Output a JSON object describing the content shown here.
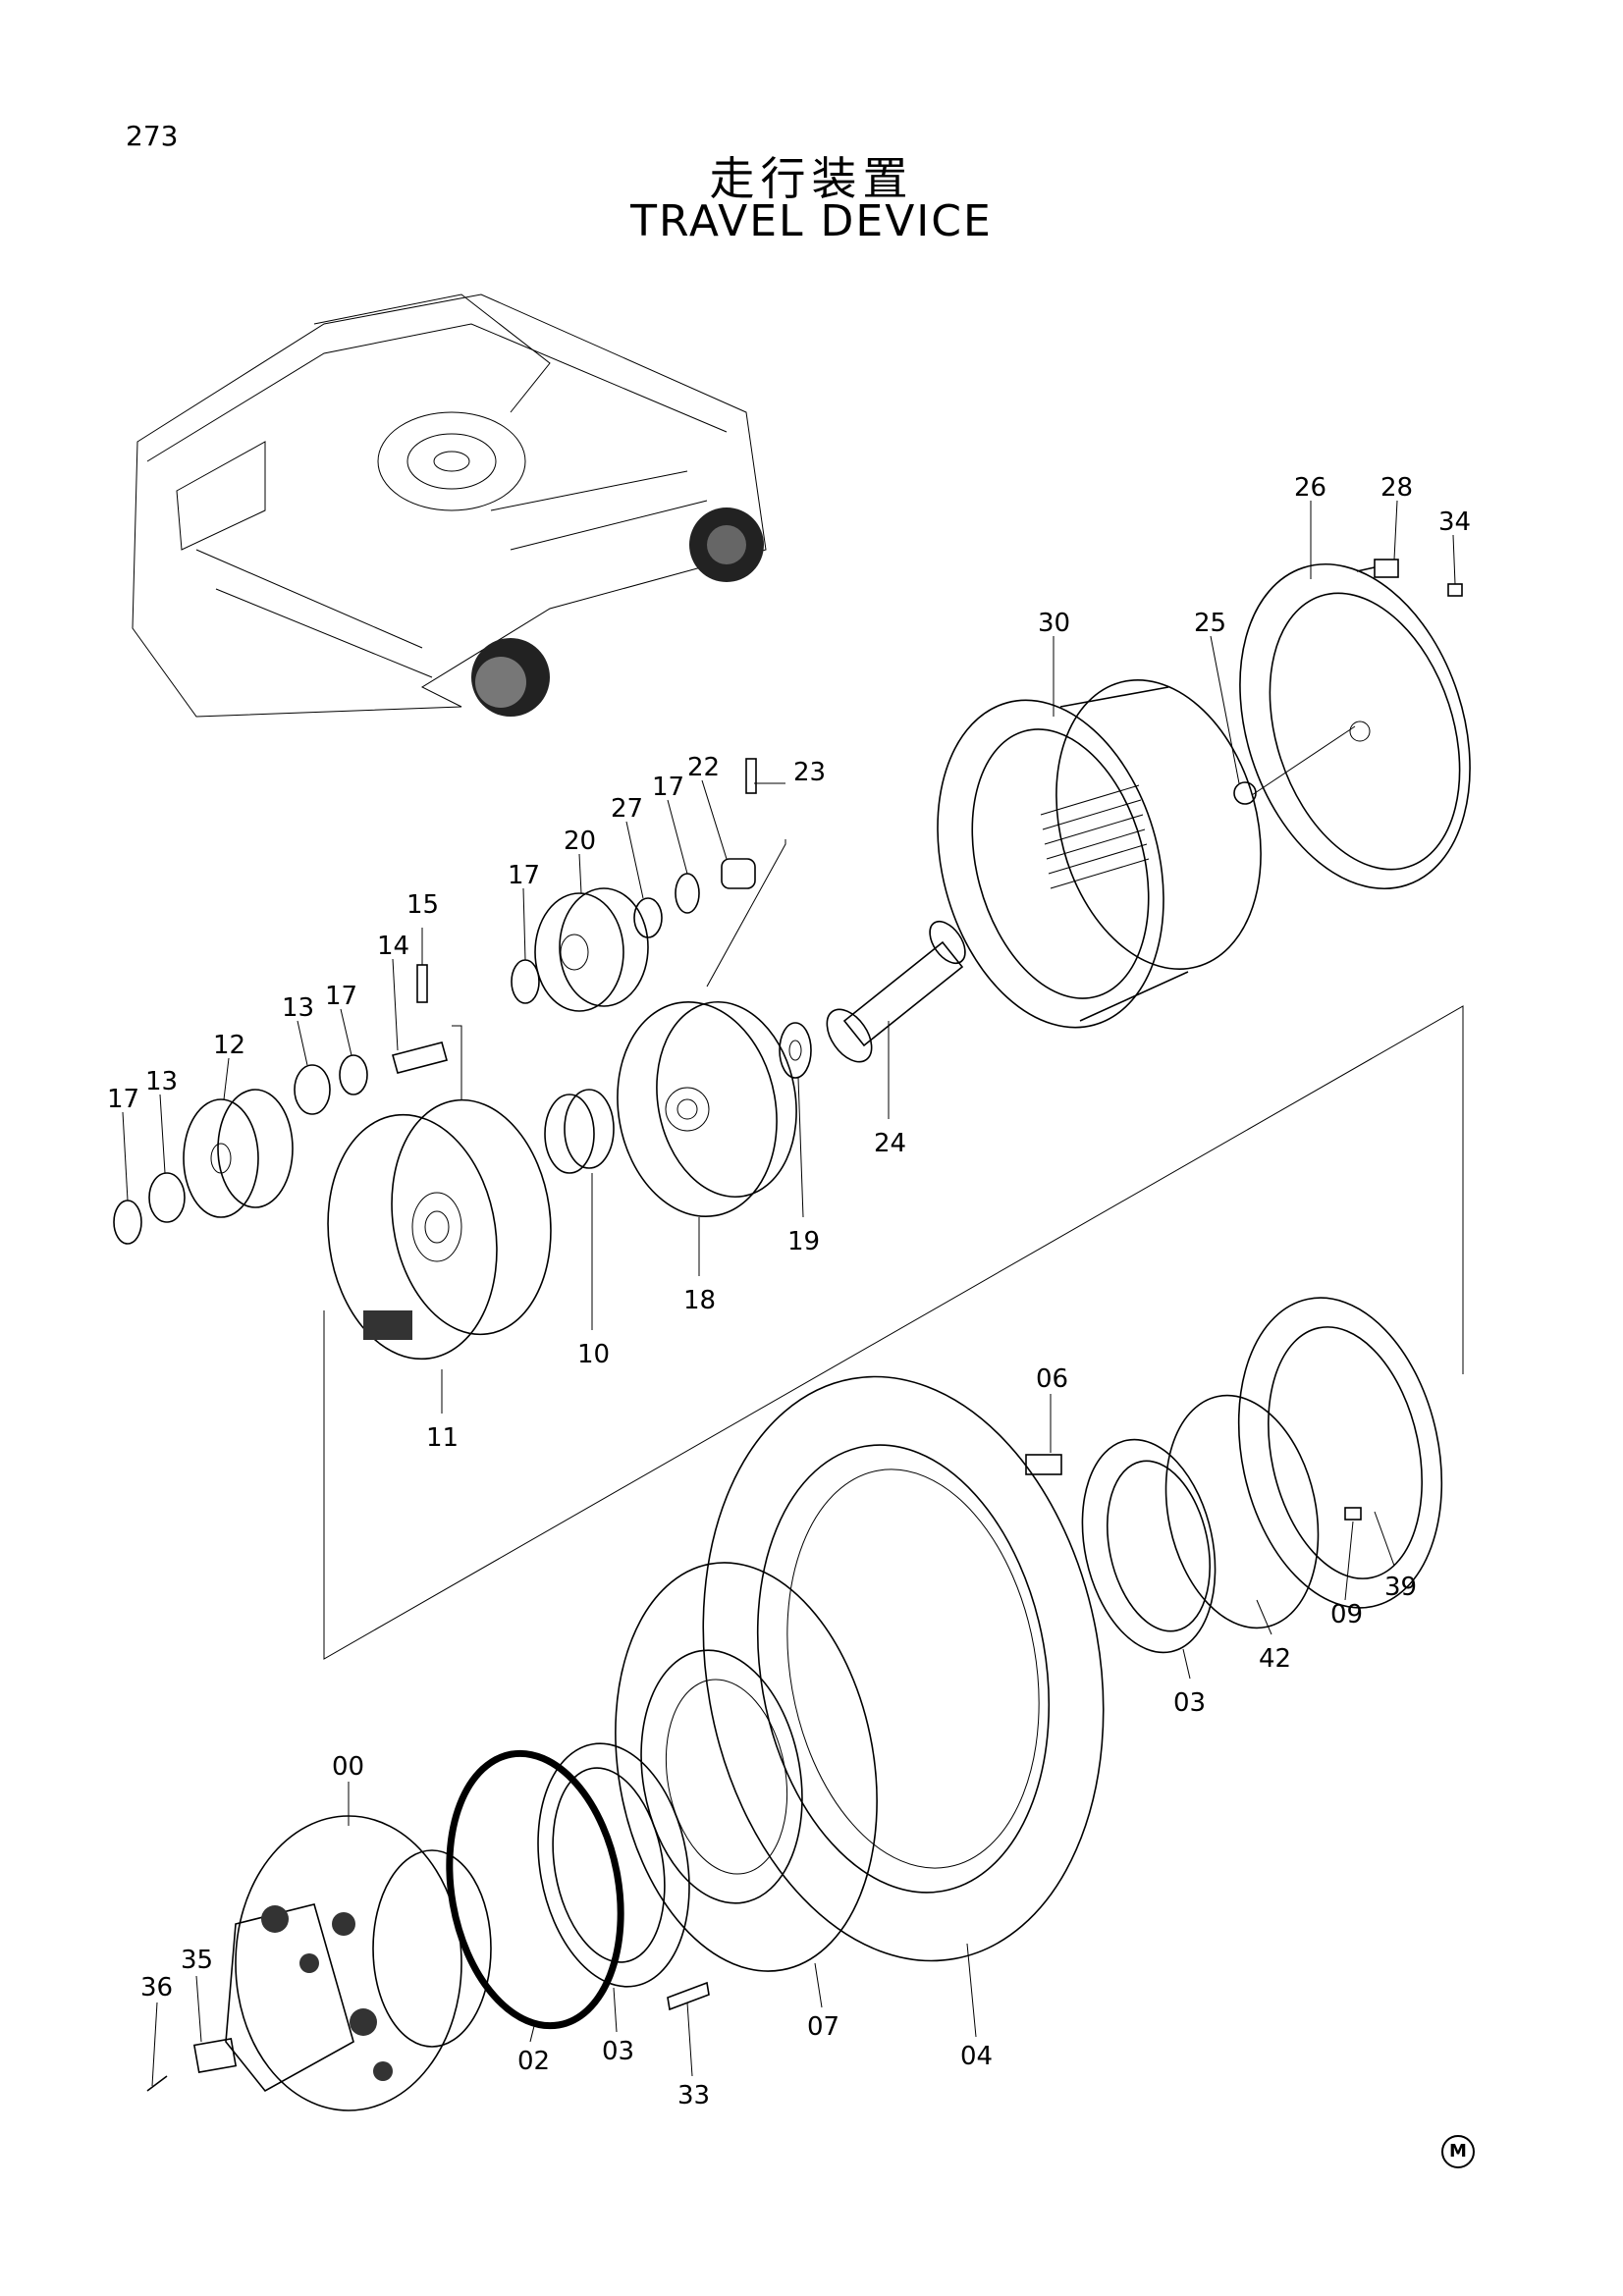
{
  "page_number": "273",
  "title_cjk": "走行装置",
  "title_en": "TRAVEL DEVICE",
  "corner_mark": "M",
  "callouts": [
    {
      "id": "c26",
      "text": "26"
    },
    {
      "id": "c28",
      "text": "28"
    },
    {
      "id": "c34",
      "text": "34"
    },
    {
      "id": "c30",
      "text": "30"
    },
    {
      "id": "c25",
      "text": "25"
    },
    {
      "id": "c22",
      "text": "22"
    },
    {
      "id": "c23",
      "text": "23"
    },
    {
      "id": "c17a",
      "text": "17"
    },
    {
      "id": "c27",
      "text": "27"
    },
    {
      "id": "c20",
      "text": "20"
    },
    {
      "id": "c17b",
      "text": "17"
    },
    {
      "id": "c15",
      "text": "15"
    },
    {
      "id": "c14",
      "text": "14"
    },
    {
      "id": "c17c",
      "text": "17"
    },
    {
      "id": "c13a",
      "text": "13"
    },
    {
      "id": "c12",
      "text": "12"
    },
    {
      "id": "c17d",
      "text": "17"
    },
    {
      "id": "c13b",
      "text": "13"
    },
    {
      "id": "c24",
      "text": "24"
    },
    {
      "id": "c19",
      "text": "19"
    },
    {
      "id": "c18",
      "text": "18"
    },
    {
      "id": "c10",
      "text": "10"
    },
    {
      "id": "c11",
      "text": "11"
    },
    {
      "id": "c06",
      "text": "06"
    },
    {
      "id": "c39",
      "text": "39"
    },
    {
      "id": "c09",
      "text": "09"
    },
    {
      "id": "c42",
      "text": "42"
    },
    {
      "id": "c03a",
      "text": "03"
    },
    {
      "id": "c00",
      "text": "00"
    },
    {
      "id": "c35",
      "text": "35"
    },
    {
      "id": "c36",
      "text": "36"
    },
    {
      "id": "c02",
      "text": "02"
    },
    {
      "id": "c03b",
      "text": "03"
    },
    {
      "id": "c33",
      "text": "33"
    },
    {
      "id": "c07",
      "text": "07"
    },
    {
      "id": "c04",
      "text": "04"
    }
  ]
}
